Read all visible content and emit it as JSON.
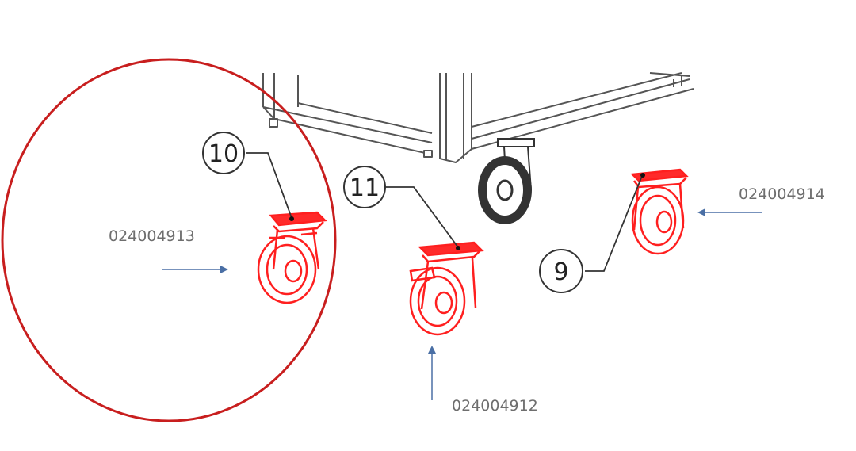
{
  "diagram": {
    "callouts": [
      {
        "id": "callout-10",
        "number": "10"
      },
      {
        "id": "callout-11",
        "number": "11"
      },
      {
        "id": "callout-9",
        "number": "9"
      }
    ],
    "part_codes": [
      {
        "id": "code-left",
        "text": "024004913"
      },
      {
        "id": "code-center",
        "text": "024004912"
      },
      {
        "id": "code-right",
        "text": "024004914"
      }
    ],
    "colors": {
      "highlight_circle": "#c81e1e",
      "caster_red": "#ff1f1f",
      "arrow_blue": "#4a6fa5",
      "line_art": "#555555",
      "text_gray": "#6e6e6e"
    }
  }
}
